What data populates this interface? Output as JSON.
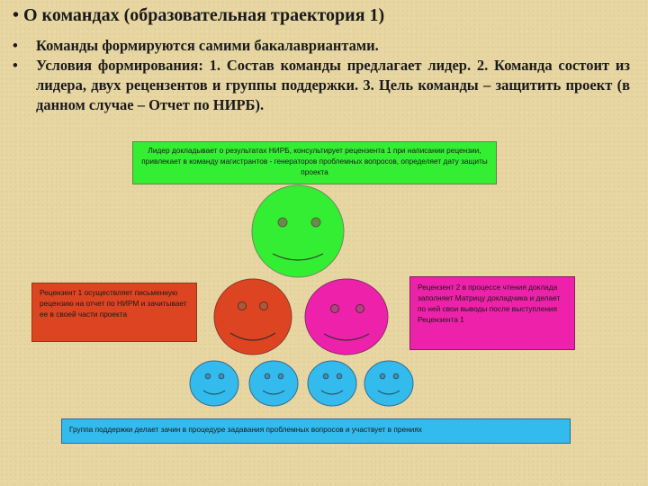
{
  "slide": {
    "title": "• О командах (образовательная траектория 1)",
    "bullets": [
      "Команды формируются самими бакалавриантами.",
      "Условия формирования: 1. Состав команды предлагает лидер. 2. Команда состоит из лидера, двух рецензентов и группы поддержки. 3. Цель команды – защитить проект (в данном случае – Отчет по НИРБ)."
    ],
    "bullet_marker": "•"
  },
  "diagram": {
    "leader_text": "Лидер докладывает о результатах НИРБ, консультирует рецензента 1 при написании рецензии, привлекает в команду магистрантов - генераторов проблемных вопросов, определяет дату защиты проекта",
    "reviewer1_text": "Рецензент 1 осуществляет письменную рецензию на отчет по НИРМ и зачитывает ее в своей части проекта",
    "reviewer2_text": "Рецензент 2 в процессе чтения доклада заполняет Матрицу докладчика и делает по ней свои выводы после выступления Рецензента 1",
    "support_text": "Группа поддержки делает зачин в процедуре задавания проблемных вопросов и участвует в прениях",
    "colors": {
      "leader": "#33ee33",
      "reviewer1": "#dd4422",
      "reviewer2": "#ee22aa",
      "support": "#33bbee"
    }
  }
}
